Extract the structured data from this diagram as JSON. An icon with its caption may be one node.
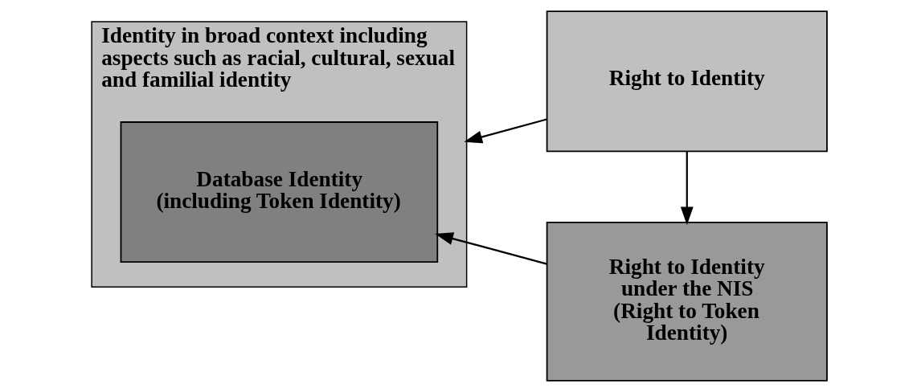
{
  "diagram": {
    "nodes": [
      {
        "text": [
          "Identity in broad context including aspects such as racial, cultural, sexual and familial identity"
        ]
      },
      {
        "text": [
          "Database Identity (including Token Identity)"
        ],
        "in": 0
      },
      {
        "text": [
          "Right to Identity"
        ]
      },
      {
        "text": [
          "Right to Identity under the NIS (Right to Token Identity)"
        ]
      }
    ],
    "edges": [
      {
        "from": 2,
        "to": 0,
        "arrow": "to"
      },
      {
        "from": 2,
        "to": 3,
        "arrow": "to"
      },
      {
        "from": 3,
        "to": 1,
        "arrow": "to"
      }
    ]
  }
}
